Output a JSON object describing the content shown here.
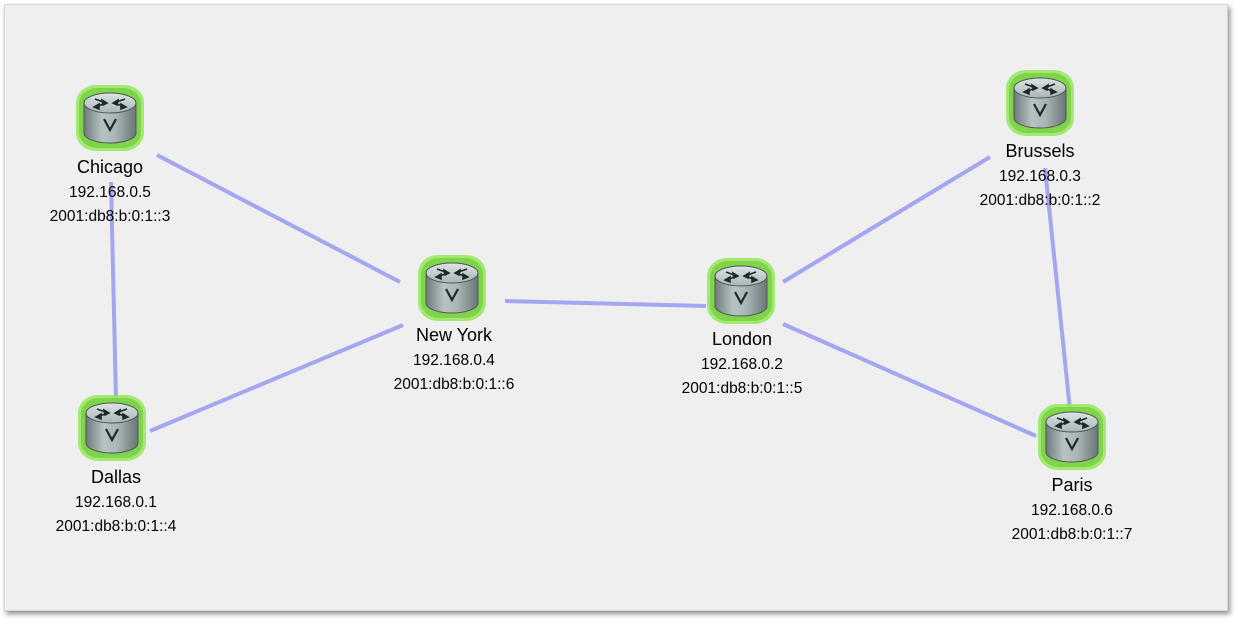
{
  "diagram": {
    "colors": {
      "background": "#efefef",
      "link": "#a4a6ef",
      "router_glow": "#8fe05a",
      "router_body": "#9aa5a5",
      "router_top": "#c3cdcd"
    },
    "routers": [
      {
        "id": "chicago",
        "name": "Chicago",
        "ipv4": "192.168.0.5",
        "ipv6": "2001:db8:b:0:1::3",
        "icon": "router-icon"
      },
      {
        "id": "dallas",
        "name": "Dallas",
        "ipv4": "192.168.0.1",
        "ipv6": "2001:db8:b:0:1::4",
        "icon": "router-icon"
      },
      {
        "id": "newyork",
        "name": "New York",
        "ipv4": "192.168.0.4",
        "ipv6": "2001:db8:b:0:1::6",
        "icon": "router-icon"
      },
      {
        "id": "london",
        "name": "London",
        "ipv4": "192.168.0.2",
        "ipv6": "2001:db8:b:0:1::5",
        "icon": "router-icon"
      },
      {
        "id": "brussels",
        "name": "Brussels",
        "ipv4": "192.168.0.3",
        "ipv6": "2001:db8:b:0:1::2",
        "icon": "router-icon"
      },
      {
        "id": "paris",
        "name": "Paris",
        "ipv4": "192.168.0.6",
        "ipv6": "2001:db8:b:0:1::7",
        "icon": "router-icon"
      }
    ],
    "links": [
      {
        "from": "chicago",
        "to": "dallas"
      },
      {
        "from": "chicago",
        "to": "newyork"
      },
      {
        "from": "dallas",
        "to": "newyork"
      },
      {
        "from": "newyork",
        "to": "london"
      },
      {
        "from": "london",
        "to": "brussels"
      },
      {
        "from": "london",
        "to": "paris"
      },
      {
        "from": "brussels",
        "to": "paris"
      }
    ]
  }
}
